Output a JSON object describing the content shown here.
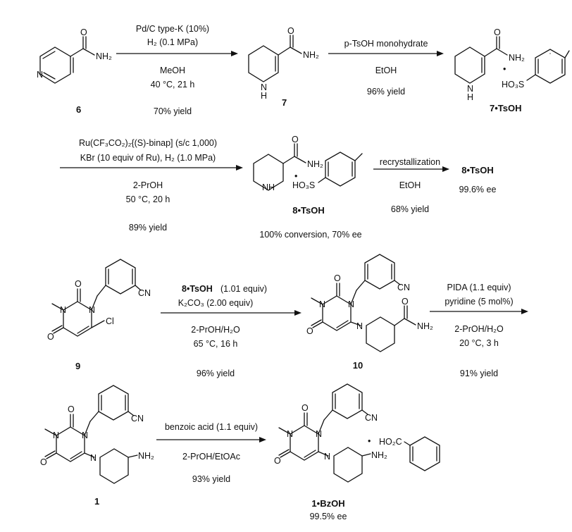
{
  "scheme": {
    "row1": {
      "compound_6": "6",
      "step1": {
        "reagent1": "Pd/C type-K (10%)",
        "reagent2": "H₂ (0.1 MPa)",
        "solvent": "MeOH",
        "conditions": "40 °C, 21 h",
        "yield": "70% yield"
      },
      "compound_7": "7",
      "step2": {
        "reagent1": "p-TsOH monohydrate",
        "solvent": "EtOH",
        "yield": "96% yield"
      },
      "compound_7_tsoh": "7•TsOH"
    },
    "row2": {
      "step3": {
        "catalyst": "Ru(CF₃CO₂)₂{(S)-binap] (s/c 1,000)",
        "additive": "KBr (10 equiv of Ru), H₂ (1.0 MPa)",
        "solvent": "2-PrOH",
        "conditions": "50 °C, 20 h",
        "yield": "89% yield"
      },
      "compound_8_tsoh": "8•TsOH",
      "conversion": "100% conversion, 70% ee",
      "step4": {
        "reagent1": "recrystallization",
        "solvent": "EtOH",
        "yield": "68% yield"
      },
      "product_label": "8•TsOH",
      "product_ee": "99.6% ee"
    },
    "row3": {
      "compound_9": "9",
      "step5": {
        "reagent1_label": "8•TsOH",
        "reagent1_amount": "(1.01 equiv)",
        "reagent2": "K₂CO₃ (2.00 equiv)",
        "solvent": "2-PrOH/H₂O",
        "conditions": "65 °C, 16 h",
        "yield": "96% yield"
      },
      "compound_10": "10",
      "step6": {
        "reagent1": "PIDA (1.1 equiv)",
        "reagent2": "pyridine (5 mol%)",
        "solvent": "2-PrOH/H₂O",
        "conditions": "20 °C, 3 h",
        "yield": "91% yield"
      }
    },
    "row4": {
      "compound_1": "1",
      "step7": {
        "reagent1": "benzoic acid (1.1 equiv)",
        "solvent": "2-PrOH/EtOAc",
        "yield": "93% yield"
      },
      "compound_1_bzoh": "1•BzOH",
      "product_ee": "99.5% ee"
    }
  },
  "atoms": {
    "O": "O",
    "N": "N",
    "NH2": "NH₂",
    "NH": "NH",
    "H": "H",
    "CN": "CN",
    "Cl": "Cl",
    "HO3S": "HO₃S",
    "HO2C": "HO₂C",
    "dot": "•"
  }
}
